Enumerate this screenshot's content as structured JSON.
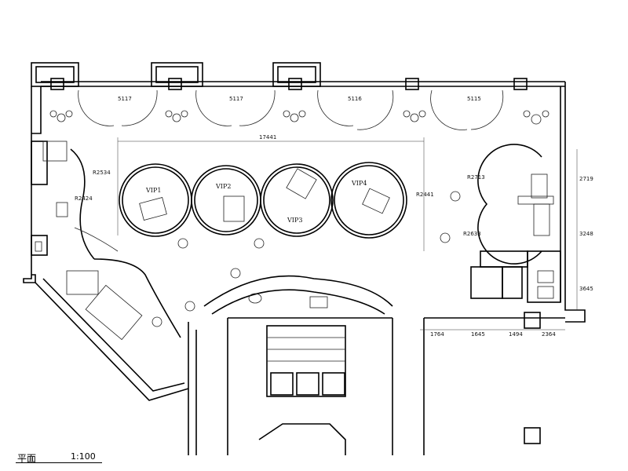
{
  "plan": {
    "title": "平面",
    "scale": "1:100",
    "dimensions_top": [
      "5117",
      "5117",
      "5116",
      "5115"
    ],
    "dimension_center": "17441",
    "radius_labels": [
      "R2534",
      "R2424",
      "R2441",
      "R2713",
      "R2633"
    ],
    "room_labels": [
      "VIP1",
      "VIP2",
      "VIP3",
      "VIP4"
    ],
    "bottom_dims": [
      "1764",
      "1645",
      "1494",
      "2364"
    ],
    "side_dims": [
      "2719",
      "3248",
      "3645"
    ]
  }
}
